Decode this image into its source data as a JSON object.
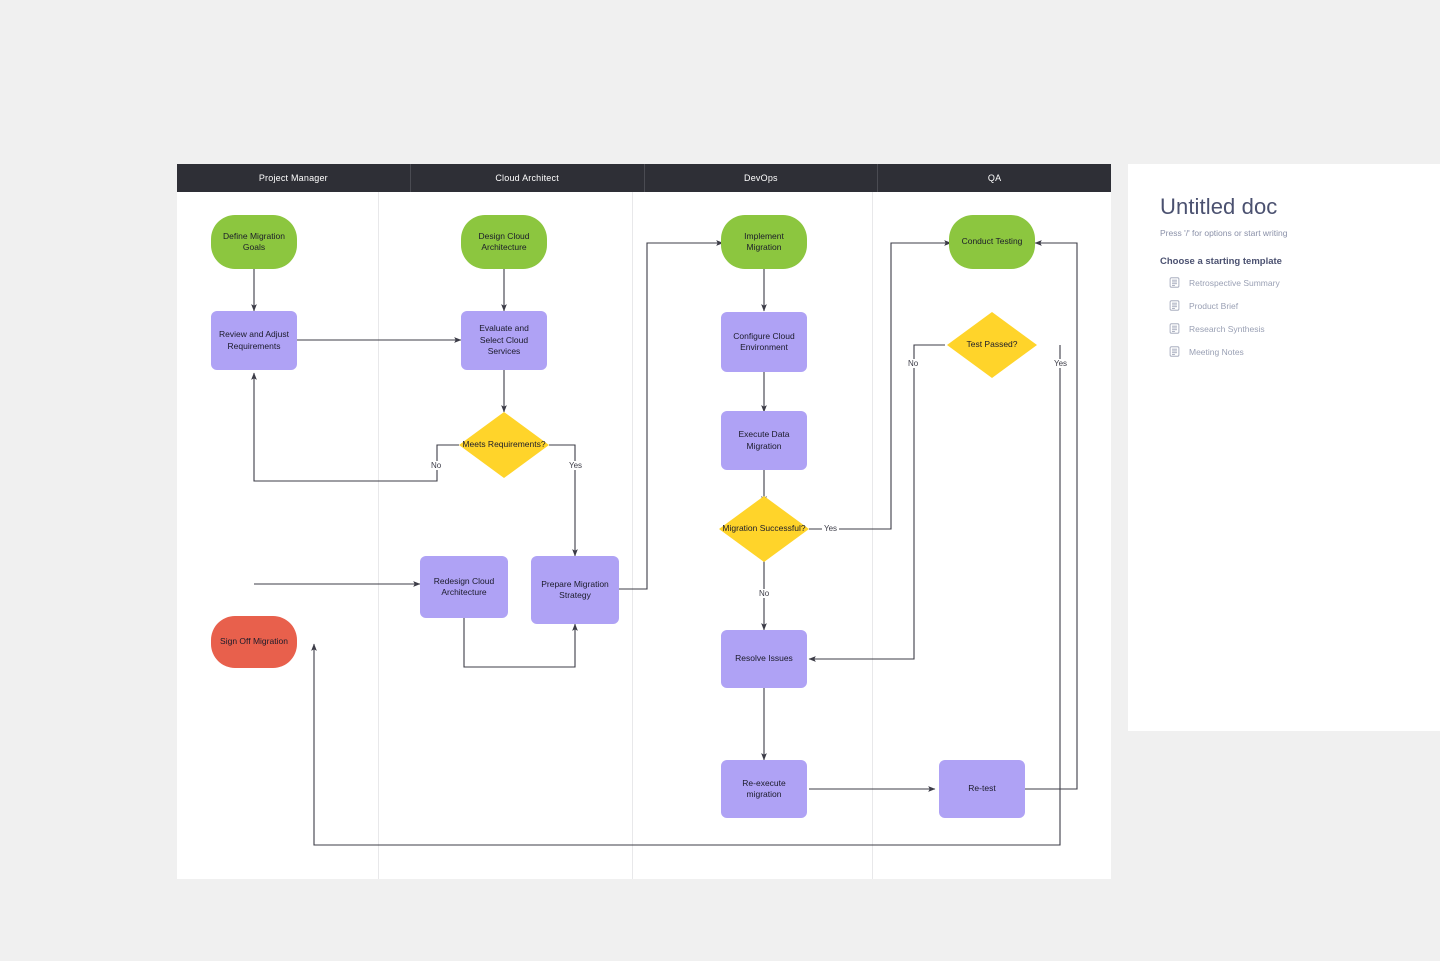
{
  "canvas": {
    "lanes": [
      {
        "label": "Project Manager"
      },
      {
        "label": "Cloud Architect"
      },
      {
        "label": "DevOps"
      },
      {
        "label": "QA"
      }
    ],
    "colors": {
      "start_green": "#8CC63F",
      "process_purple": "#AFA2F5",
      "decision_yellow": "#FFD42A",
      "end_red": "#E8604C",
      "lane_header_bg": "#2E2F36",
      "lane_header_text": "#FFFFFF",
      "edge_stroke": "#3C3C47",
      "canvas_bg": "#FFFFFF"
    },
    "nodes": [
      {
        "id": "define-migration-goals",
        "label": "Define Migration Goals",
        "shape": "terminator",
        "lane": "Project Manager"
      },
      {
        "id": "review-and-adjust",
        "label": "Review and Adjust Requirements",
        "shape": "process",
        "lane": "Project Manager"
      },
      {
        "id": "sign-off-migration",
        "label": "Sign Off Migration",
        "shape": "terminator",
        "lane": "Project Manager"
      },
      {
        "id": "design-cloud-architecture",
        "label": "Design Cloud Architecture",
        "shape": "terminator",
        "lane": "Cloud Architect"
      },
      {
        "id": "evaluate-select-services",
        "label": "Evaluate and Select Cloud Services",
        "shape": "process",
        "lane": "Cloud Architect"
      },
      {
        "id": "meets-requirements",
        "label": "Meets Requirements?",
        "shape": "decision",
        "lane": "Cloud Architect"
      },
      {
        "id": "redesign-cloud-architecture",
        "label": "Redesign Cloud Architecture",
        "shape": "process",
        "lane": "Cloud Architect"
      },
      {
        "id": "prepare-migration-strategy",
        "label": "Prepare Migration Strategy",
        "shape": "process",
        "lane": "Cloud Architect"
      },
      {
        "id": "implement-migration",
        "label": "Implement Migration",
        "shape": "terminator",
        "lane": "DevOps"
      },
      {
        "id": "configure-cloud-environment",
        "label": "Configure Cloud Environment",
        "shape": "process",
        "lane": "DevOps"
      },
      {
        "id": "execute-data-migration",
        "label": "Execute Data Migration",
        "shape": "process",
        "lane": "DevOps"
      },
      {
        "id": "migration-successful",
        "label": "Migration Successful?",
        "shape": "decision",
        "lane": "DevOps"
      },
      {
        "id": "resolve-issues",
        "label": "Resolve Issues",
        "shape": "process",
        "lane": "DevOps"
      },
      {
        "id": "re-execute-migration",
        "label": "Re-execute migration",
        "shape": "process",
        "lane": "DevOps"
      },
      {
        "id": "conduct-testing",
        "label": "Conduct Testing",
        "shape": "terminator",
        "lane": "QA"
      },
      {
        "id": "test-passed",
        "label": "Test Passed?",
        "shape": "decision",
        "lane": "QA"
      },
      {
        "id": "re-test",
        "label": "Re-test",
        "shape": "process",
        "lane": "QA"
      }
    ],
    "edge_labels": [
      {
        "id": "meets-no",
        "text": "No"
      },
      {
        "id": "meets-yes",
        "text": "Yes"
      },
      {
        "id": "migration-yes",
        "text": "Yes"
      },
      {
        "id": "migration-no",
        "text": "No"
      },
      {
        "id": "test-no",
        "text": "No"
      },
      {
        "id": "test-yes",
        "text": "Yes"
      }
    ]
  },
  "doc_panel": {
    "title": "Untitled doc",
    "hint": "Press '/' for options or start writing",
    "section_title": "Choose a starting template",
    "templates": [
      {
        "label": "Retrospective Summary",
        "icon": "document-icon"
      },
      {
        "label": "Product Brief",
        "icon": "document-icon"
      },
      {
        "label": "Research Synthesis",
        "icon": "document-icon"
      },
      {
        "label": "Meeting Notes",
        "icon": "document-icon"
      }
    ]
  }
}
